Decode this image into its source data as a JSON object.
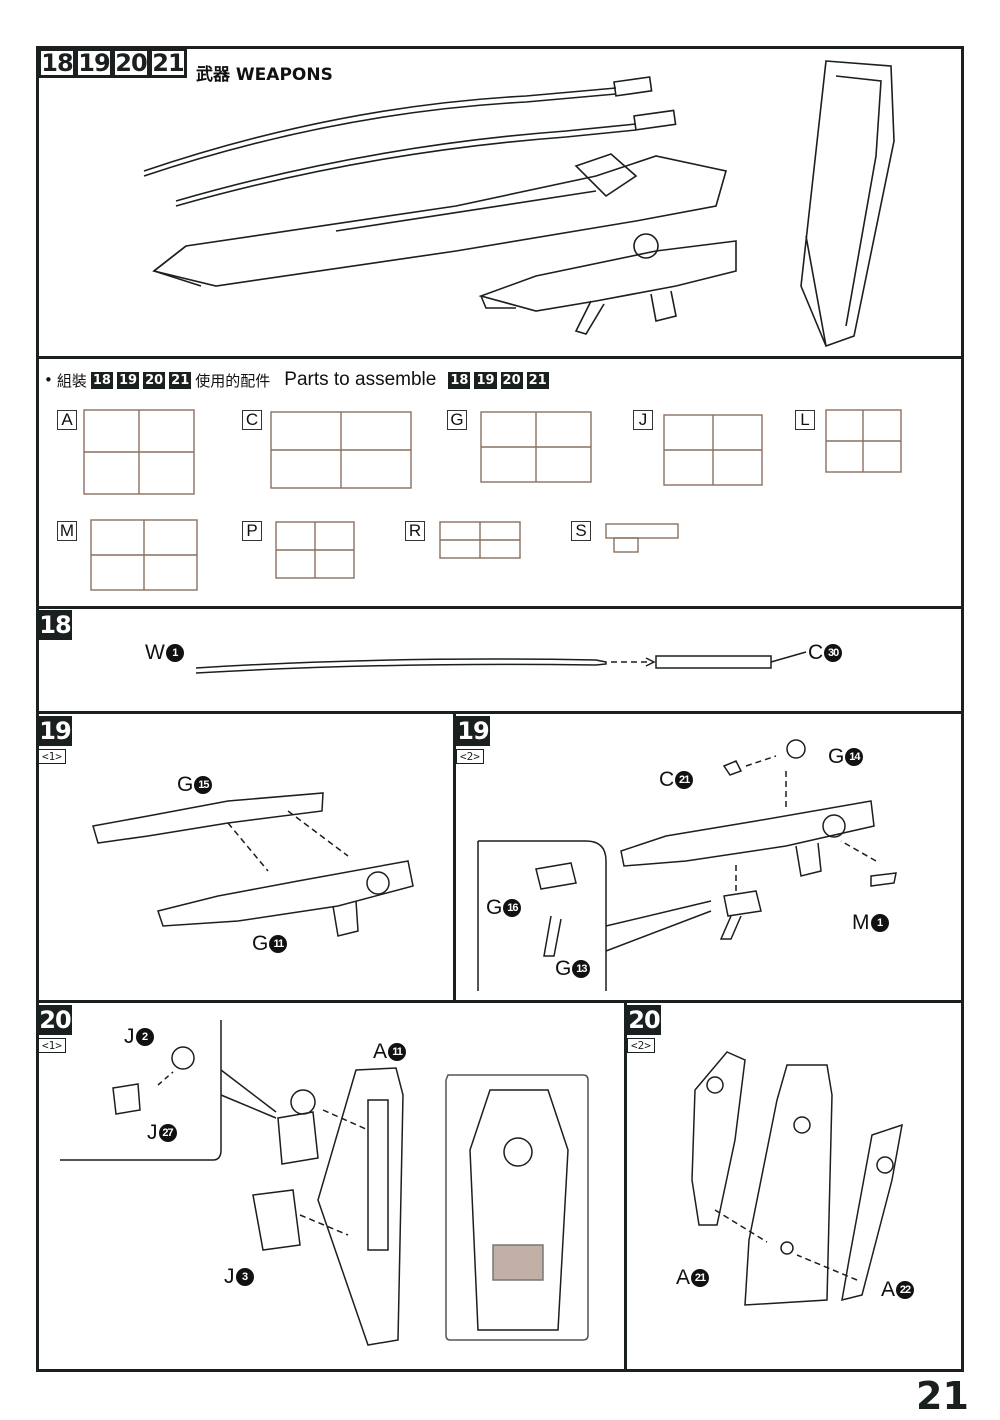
{
  "header": {
    "steps": [
      "18",
      "19",
      "20",
      "21"
    ],
    "title": "武器 WEAPONS"
  },
  "parts_section": {
    "bullet": "•",
    "label_cn_prefix": "組裝",
    "steps": [
      "18",
      "19",
      "20",
      "21"
    ],
    "label_cn_suffix": "使用的配件",
    "label_en": "Parts to assemble",
    "steps_en": [
      "18",
      "19",
      "20",
      "21"
    ],
    "runners": [
      "A",
      "C",
      "G",
      "J",
      "L",
      "M",
      "P",
      "R",
      "S"
    ]
  },
  "step18": {
    "number": "18",
    "labels": [
      {
        "letter": "W",
        "num": "1"
      },
      {
        "letter": "C",
        "num": "30"
      }
    ]
  },
  "step19a": {
    "number": "19",
    "sub": "<1>",
    "labels": [
      {
        "letter": "G",
        "num": "15"
      },
      {
        "letter": "G",
        "num": "11"
      }
    ]
  },
  "step19b": {
    "number": "19",
    "sub": "<2>",
    "labels": [
      {
        "letter": "C",
        "num": "21"
      },
      {
        "letter": "G",
        "num": "14"
      },
      {
        "letter": "G",
        "num": "16"
      },
      {
        "letter": "G",
        "num": "13"
      },
      {
        "letter": "M",
        "num": "1"
      }
    ]
  },
  "step20a": {
    "number": "20",
    "sub": "<1>",
    "labels": [
      {
        "letter": "J",
        "num": "2"
      },
      {
        "letter": "J",
        "num": "27"
      },
      {
        "letter": "A",
        "num": "11"
      },
      {
        "letter": "J",
        "num": "3"
      }
    ]
  },
  "step20b": {
    "number": "20",
    "sub": "<2>",
    "labels": [
      {
        "letter": "A",
        "num": "21"
      },
      {
        "letter": "A",
        "num": "22"
      }
    ]
  },
  "page_number": "21",
  "colors": {
    "ink": "#1a1f1f",
    "runner": "#8a7060",
    "highlight": "#9a7b6a"
  }
}
